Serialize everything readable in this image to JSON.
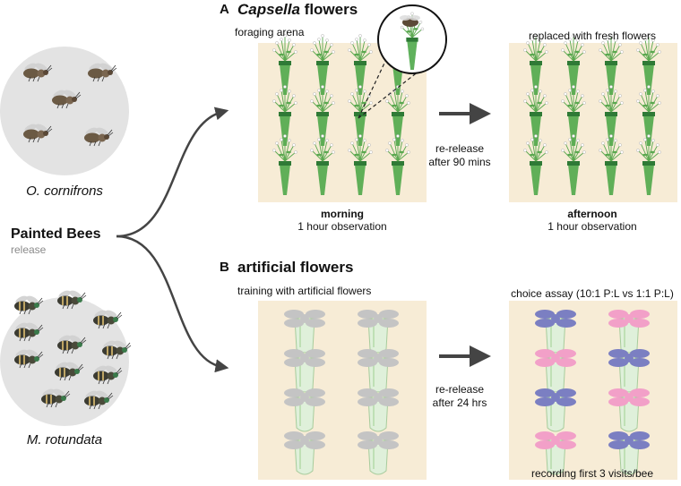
{
  "left": {
    "species_top": "O. cornifrons",
    "species_bottom": "M. rotundata",
    "bees_title": "Painted Bees",
    "bees_subtitle": "release"
  },
  "panel_a": {
    "letter": "A",
    "title_italic": "Capsella",
    "title_rest": " flowers",
    "arena_label": "foraging arena",
    "fresh_label": "replaced with fresh flowers",
    "morning_label": "morning",
    "morning_sub": "1 hour observation",
    "afternoon_label": "afternoon",
    "afternoon_sub": "1 hour observation",
    "rerelease_line1": "re-release",
    "rerelease_line2": "after 90 mins"
  },
  "panel_b": {
    "letter": "B",
    "title": "artificial flowers",
    "training_label": "training with artificial flowers",
    "choice_label": "choice assay (10:1 P:L vs 1:1 P:L)",
    "recording_label": "recording first 3 visits/bee",
    "rerelease_line1": "re-release",
    "rerelease_line2": "after 24 hrs"
  },
  "colors": {
    "arena": "#f7ecd6",
    "circle": "#e3e3e3",
    "stem": "#4fa84a",
    "grey_flower": "#c4c4c4",
    "blue_flower": "#7b7fc2",
    "pink_flower": "#f2a0c8",
    "arrow": "#444444"
  },
  "choice_pattern": [
    "blue",
    "pink",
    "pink",
    "blue",
    "blue",
    "pink",
    "pink",
    "blue"
  ]
}
